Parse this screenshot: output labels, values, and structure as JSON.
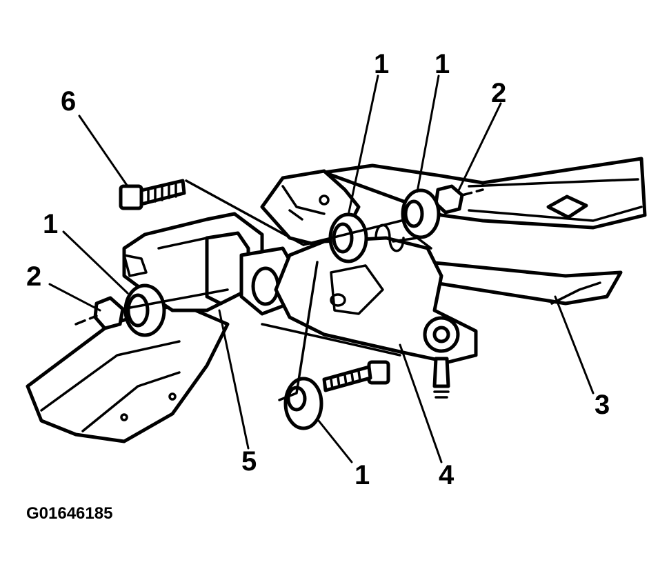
{
  "figure_id": "G01646185",
  "callouts": [
    {
      "id": "c6",
      "text": "6"
    },
    {
      "id": "c1a",
      "text": "1"
    },
    {
      "id": "c1b",
      "text": "1"
    },
    {
      "id": "c2a",
      "text": "2"
    },
    {
      "id": "c1c",
      "text": "1"
    },
    {
      "id": "c2b",
      "text": "2"
    },
    {
      "id": "c3",
      "text": "3"
    },
    {
      "id": "c5",
      "text": "5"
    },
    {
      "id": "c1d",
      "text": "1"
    },
    {
      "id": "c4",
      "text": "4"
    }
  ]
}
